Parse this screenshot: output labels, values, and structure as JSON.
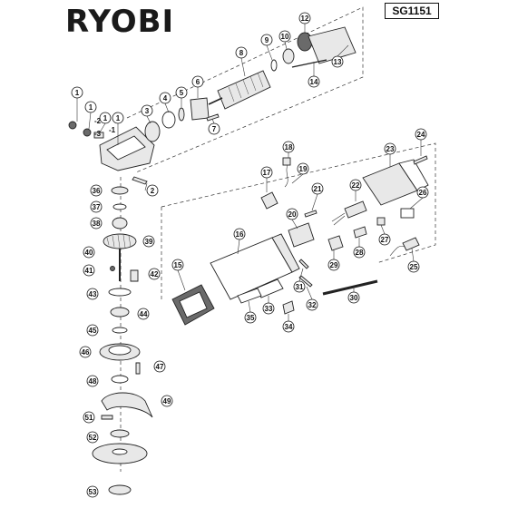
{
  "brand": "RYOBI",
  "model": "SG1151",
  "callouts": [
    "1",
    "1",
    "1",
    "1",
    "2",
    "3",
    "4",
    "5",
    "6",
    "7",
    "8",
    "9",
    "10",
    "12",
    "13",
    "14",
    "15",
    "16",
    "17",
    "18",
    "19",
    "20",
    "21",
    "22",
    "23",
    "24",
    "25",
    "26",
    "27",
    "28",
    "29",
    "30",
    "31",
    "32",
    "33",
    "34",
    "35",
    "36",
    "37",
    "38",
    "39",
    "40",
    "41",
    "42",
    "43",
    "44",
    "45",
    "46",
    "47",
    "48",
    "49",
    "51",
    "52",
    "53"
  ],
  "sub_labels": [
    "-2",
    "-3",
    "-1"
  ]
}
